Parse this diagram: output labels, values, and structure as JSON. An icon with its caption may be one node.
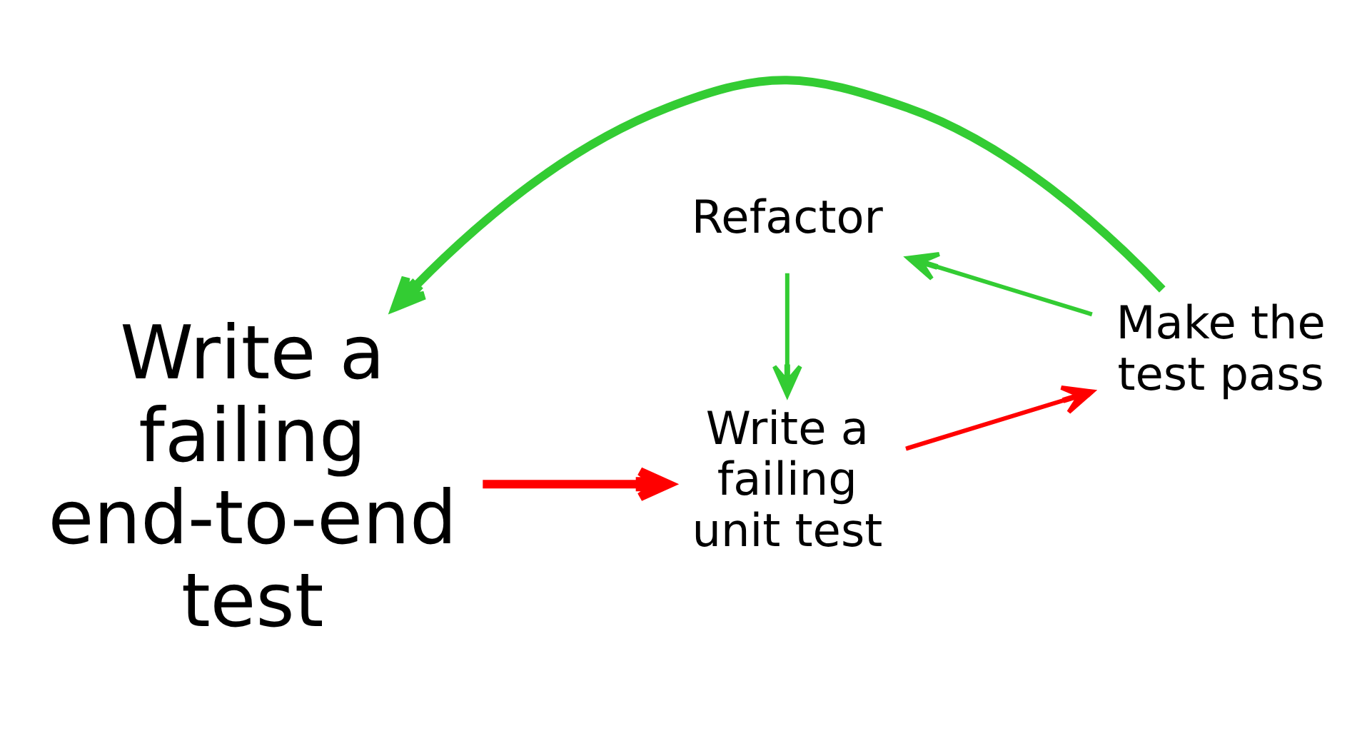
{
  "diagram": {
    "nodes": [
      {
        "text": [
          "Write a failing end-to-end test"
        ]
      },
      {
        "text": [
          "Write a failing unit test"
        ]
      },
      {
        "text": [
          "Make the test pass"
        ]
      },
      {
        "text": [
          "Refactor"
        ]
      }
    ],
    "edges": [
      {
        "from": 0,
        "to": 1,
        "arrow": "to",
        "style": "thick",
        "color": "#ff0000"
      },
      {
        "from": 1,
        "to": 2,
        "arrow": "to",
        "color": "#ff0000"
      },
      {
        "from": 2,
        "to": 3,
        "arrow": "to"
      },
      {
        "from": 3,
        "to": 1,
        "arrow": "to"
      },
      {
        "from": 2,
        "to": 0,
        "arrow": "to",
        "style": "thick"
      }
    ]
  }
}
